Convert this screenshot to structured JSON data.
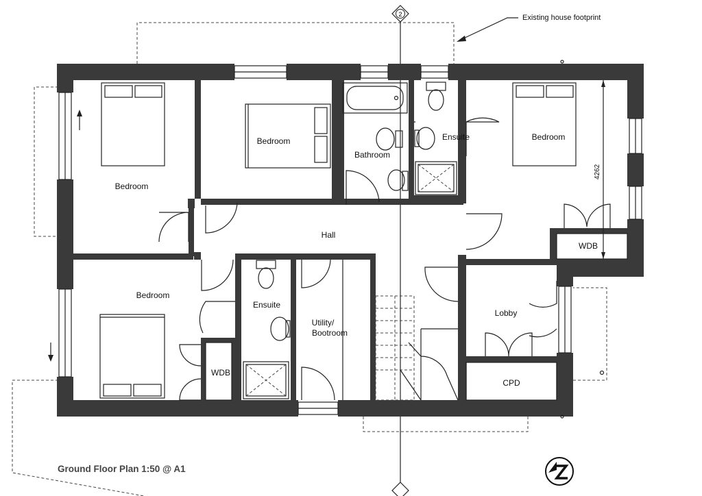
{
  "plan": {
    "title": "Ground Floor Plan  1:50 @ A1",
    "annotation": "Existing house footprint",
    "grid_marker": "2",
    "dimension": "4262",
    "rooms": {
      "bedroom_nw": "Bedroom",
      "bedroom_n": "Bedroom",
      "bathroom": "Bathroom",
      "ensuite_n": "Ensuite",
      "bedroom_ne": "Bedroom",
      "hall": "Hall",
      "wdb_e": "WDB",
      "bedroom_sw": "Bedroom",
      "ensuite_s": "Ensuite",
      "utility_line1": "Utility/",
      "utility_line2": "Bootroom",
      "wdb_s": "WDB",
      "lobby": "Lobby",
      "cpd": "CPD"
    },
    "icons": {
      "north": "north-arrow-icon",
      "grid": "grid-marker-icon"
    }
  }
}
